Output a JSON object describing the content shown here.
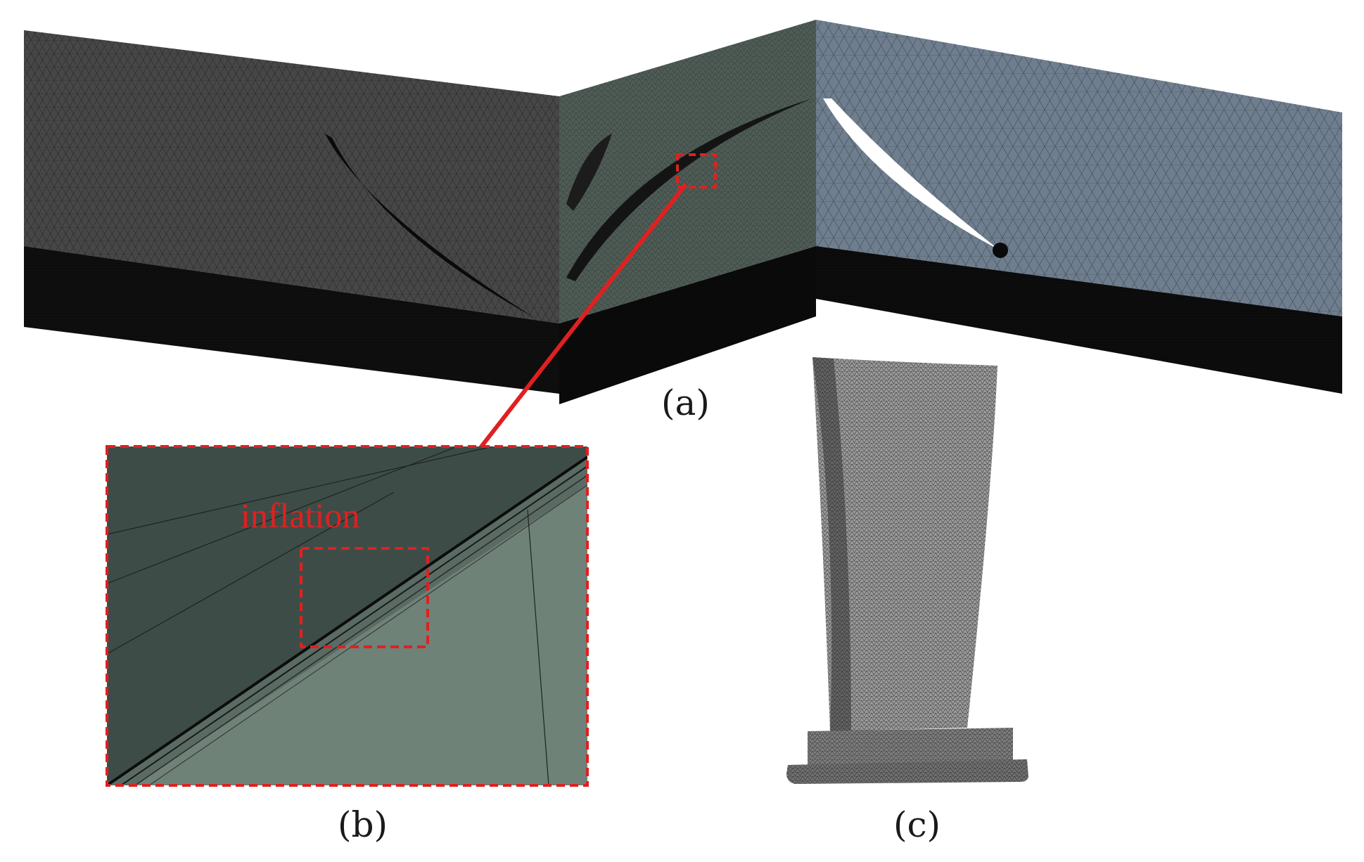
{
  "labels": {
    "a": "(a)",
    "b": "(b)",
    "c": "(c)",
    "inflation": "inflation"
  },
  "colors": {
    "panel_left": "#474747",
    "panel_mid": "#4f5c56",
    "panel_right": "#6e7e8e",
    "base_dark": "#0d0d0d",
    "zoom_fill": "#6f8278",
    "zoom_dark": "#3e4c47",
    "blade": "#9a9a9a",
    "highlight_red": "#e02020"
  }
}
